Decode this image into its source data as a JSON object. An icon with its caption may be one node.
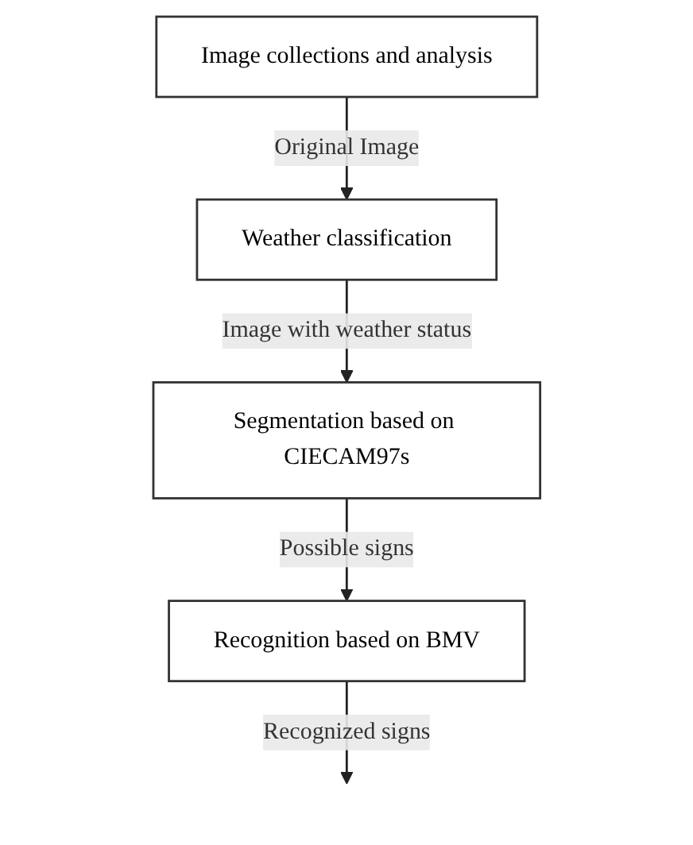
{
  "diagram": {
    "nodes": [
      {
        "text": [
          "Image collections and analysis"
        ]
      },
      {
        "text": [
          "Weather classification"
        ]
      },
      {
        "text": [
          "Segmentation based on CIECAM97s"
        ]
      },
      {
        "text": [
          "Recognition based on BMV"
        ]
      }
    ],
    "edges": [
      {
        "from": 0,
        "to": 1,
        "arrow": "to",
        "label": "Original Image"
      },
      {
        "from": 1,
        "to": 2,
        "arrow": "to",
        "label": "Image with weather status"
      },
      {
        "from": 2,
        "to": 3,
        "arrow": "to",
        "label": "Possible signs"
      },
      {
        "from": 3,
        "to": null,
        "arrow": "to",
        "label": "Recognized signs"
      }
    ]
  }
}
